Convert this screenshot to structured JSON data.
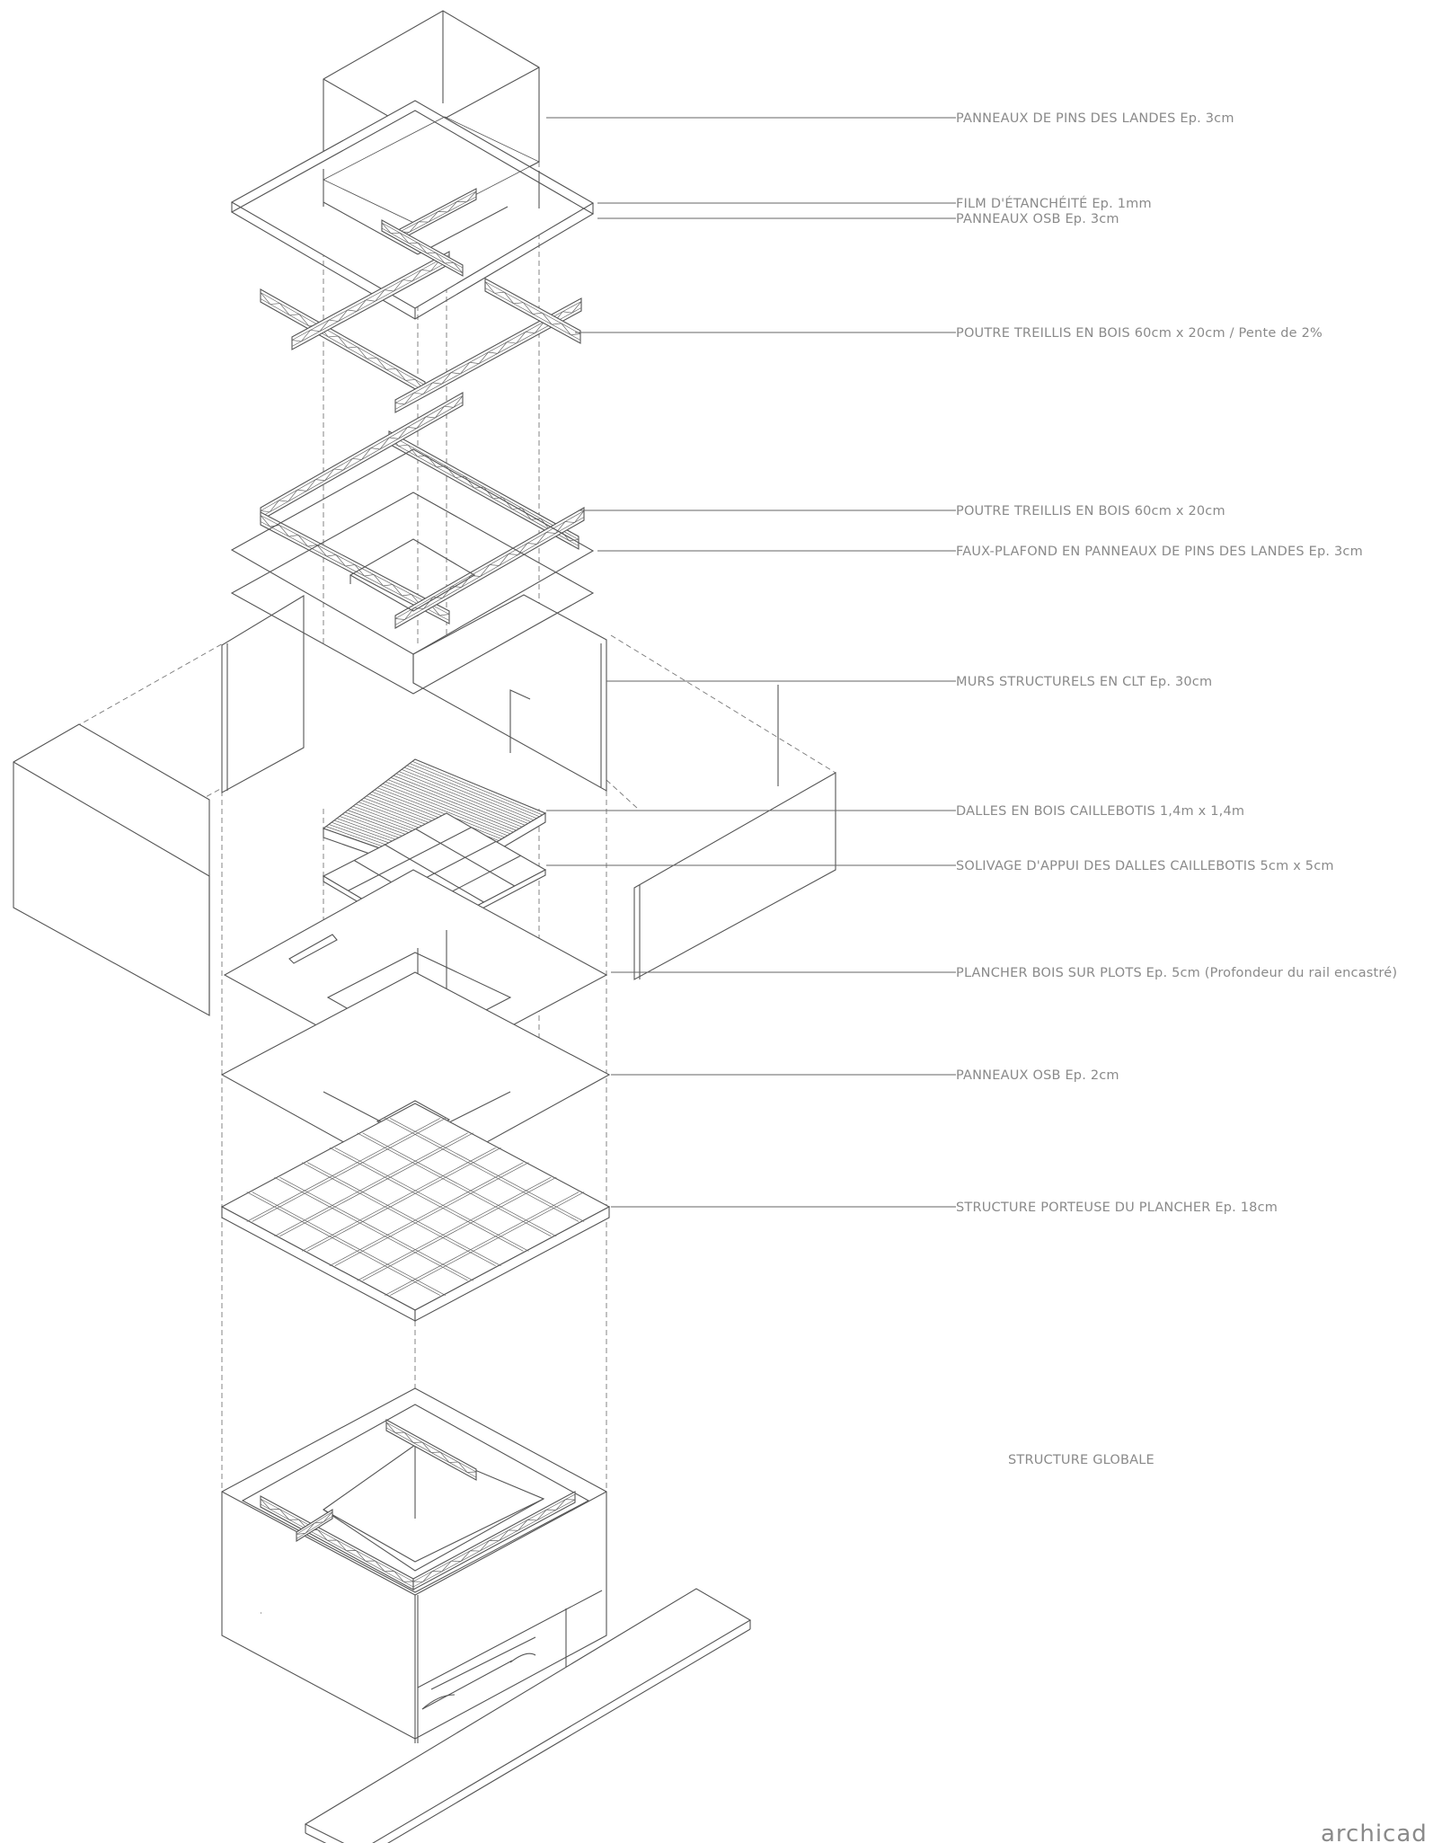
{
  "diagram": {
    "labels": [
      "PANNEAUX DE PINS DES LANDES  Ep. 3cm",
      "FILM D'ÉTANCHÉITÉ  Ep. 1mm",
      "PANNEAUX OSB  Ep. 3cm",
      "POUTRE TREILLIS EN BOIS 60cm x 20cm / Pente de 2%",
      "POUTRE TREILLIS EN BOIS  60cm x 20cm",
      "FAUX-PLAFOND EN PANNEAUX DE PINS DES LANDES Ep. 3cm",
      "MURS STRUCTURELS EN CLT  Ep. 30cm",
      "DALLES EN BOIS CAILLEBOTIS  1,4m x 1,4m",
      "SOLIVAGE D'APPUI DES DALLES CAILLEBOTIS  5cm x 5cm",
      "PLANCHER BOIS SUR PLOTS  Ep. 5cm (Profondeur du rail encastré)",
      "PANNEAUX OSB  Ep. 2cm",
      "STRUCTURE PORTEUSE DU PLANCHER  Ep. 18cm"
    ],
    "caption": "STRUCTURE GLOBALE",
    "watermark": "archicad"
  }
}
